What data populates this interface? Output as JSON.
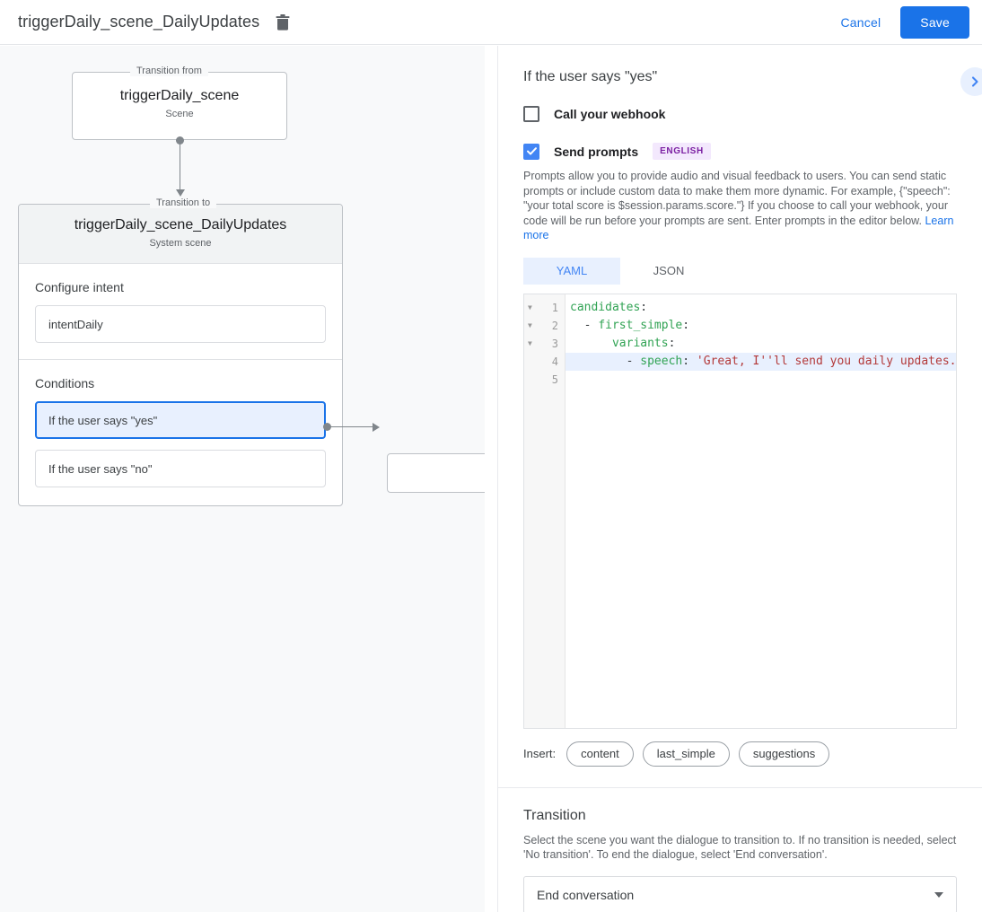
{
  "topbar": {
    "title": "triggerDaily_scene_DailyUpdates",
    "delete_icon": "trash-icon",
    "cancel_label": "Cancel",
    "save_label": "Save",
    "save_color": "#1a73e8",
    "link_color": "#1a73e8"
  },
  "canvas": {
    "from_node": {
      "legend": "Transition from",
      "title": "triggerDaily_scene",
      "subtitle": "Scene"
    },
    "to_node": {
      "legend": "Transition to",
      "title": "triggerDaily_scene_DailyUpdates",
      "subtitle": "System scene"
    },
    "intent_section": {
      "label": "Configure intent",
      "value": "intentDaily"
    },
    "conditions_section": {
      "label": "Conditions",
      "items": [
        {
          "label": "If the user says \"yes\"",
          "selected": true
        },
        {
          "label": "If the user says \"no\"",
          "selected": false
        }
      ]
    },
    "selection_color": "#1a73e8",
    "selection_fill": "#e8f0fe"
  },
  "panel": {
    "heading": "If the user says \"yes\"",
    "collapse_icon": "chevron-right-icon",
    "webhook": {
      "label": "Call your webhook",
      "checked": false
    },
    "prompts": {
      "label": "Send prompts",
      "checked": true,
      "badge": "ENGLISH",
      "badge_color": "#7b1fa2",
      "description": "Prompts allow you to provide audio and visual feedback to users. You can send static prompts or include custom data to make them more dynamic. For example, {\"speech\": \"your total score is $session.params.score.\"} If you choose to call your webhook, your code will be run before your prompts are sent. Enter prompts in the editor below.",
      "learn_more": "Learn more"
    },
    "format_tabs": [
      {
        "label": "YAML",
        "active": true
      },
      {
        "label": "JSON",
        "active": false
      }
    ],
    "editor": {
      "lines": [
        {
          "num": "1",
          "fold": true,
          "highlighted": false,
          "tokens": [
            {
              "t": "candidates",
              "c": "k"
            },
            {
              "t": ":",
              "c": "p"
            }
          ]
        },
        {
          "num": "2",
          "fold": true,
          "highlighted": false,
          "tokens": [
            {
              "t": "  - ",
              "c": "p"
            },
            {
              "t": "first_simple",
              "c": "k"
            },
            {
              "t": ":",
              "c": "p"
            }
          ]
        },
        {
          "num": "3",
          "fold": true,
          "highlighted": false,
          "tokens": [
            {
              "t": "      ",
              "c": "p"
            },
            {
              "t": "variants",
              "c": "k"
            },
            {
              "t": ":",
              "c": "p"
            }
          ]
        },
        {
          "num": "4",
          "fold": false,
          "highlighted": true,
          "tokens": [
            {
              "t": "        - ",
              "c": "p"
            },
            {
              "t": "speech",
              "c": "k"
            },
            {
              "t": ": ",
              "c": "p"
            },
            {
              "t": "'Great, I''ll send you daily updates.'",
              "c": "s"
            }
          ]
        },
        {
          "num": "5",
          "fold": false,
          "highlighted": false,
          "tokens": []
        }
      ]
    },
    "insert": {
      "label": "Insert:",
      "chips": [
        "content",
        "last_simple",
        "suggestions"
      ]
    },
    "transition": {
      "heading": "Transition",
      "description": "Select the scene you want the dialogue to transition to. If no transition is needed, select 'No transition'. To end the dialogue, select 'End conversation'.",
      "selected": "End conversation",
      "caret_icon": "caret-down-icon"
    }
  }
}
